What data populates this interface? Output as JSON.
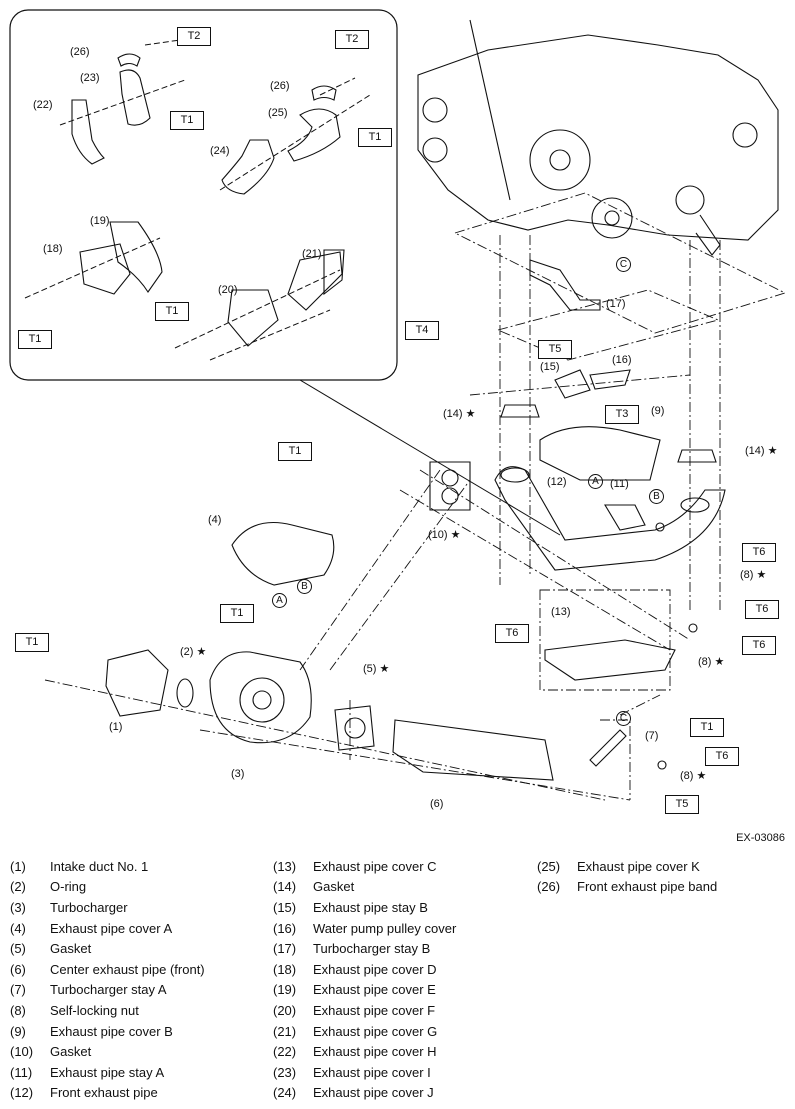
{
  "figure_id": "EX-03086",
  "torque_labels": {
    "t1": "T1",
    "t2": "T2",
    "t4": "T4",
    "t5": "T5",
    "t3": "T3",
    "t6": "T6"
  },
  "marks": {
    "a": "A",
    "b": "B",
    "c": "C"
  },
  "callouts": {
    "c1": "(1)",
    "c2": "(2)",
    "c3": "(3)",
    "c4": "(4)",
    "c5": "(5)",
    "c6": "(6)",
    "c7": "(7)",
    "c8": "(8)",
    "c9": "(9)",
    "c10": "(10)",
    "c11": "(11)",
    "c12": "(12)",
    "c13": "(13)",
    "c14": "(14)",
    "c15": "(15)",
    "c16": "(16)",
    "c17": "(17)",
    "c18": "(18)",
    "c19": "(19)",
    "c20": "(20)",
    "c21": "(21)",
    "c22": "(22)",
    "c23": "(23)",
    "c24": "(24)",
    "c25": "(25)",
    "c26": "(26)"
  },
  "legend": [
    {
      "num": "(1)",
      "name": "Intake duct No. 1"
    },
    {
      "num": "(2)",
      "name": "O-ring"
    },
    {
      "num": "(3)",
      "name": "Turbocharger"
    },
    {
      "num": "(4)",
      "name": "Exhaust pipe cover A"
    },
    {
      "num": "(5)",
      "name": "Gasket"
    },
    {
      "num": "(6)",
      "name": "Center exhaust pipe (front)"
    },
    {
      "num": "(7)",
      "name": "Turbocharger stay A"
    },
    {
      "num": "(8)",
      "name": "Self-locking nut"
    },
    {
      "num": "(9)",
      "name": "Exhaust pipe cover B"
    },
    {
      "num": "(10)",
      "name": "Gasket"
    },
    {
      "num": "(11)",
      "name": "Exhaust pipe stay A"
    },
    {
      "num": "(12)",
      "name": "Front exhaust pipe"
    },
    {
      "num": "(13)",
      "name": "Exhaust pipe cover C"
    },
    {
      "num": "(14)",
      "name": "Gasket"
    },
    {
      "num": "(15)",
      "name": "Exhaust pipe stay B"
    },
    {
      "num": "(16)",
      "name": "Water pump pulley cover"
    },
    {
      "num": "(17)",
      "name": "Turbocharger stay B"
    },
    {
      "num": "(18)",
      "name": "Exhaust pipe cover D"
    },
    {
      "num": "(19)",
      "name": "Exhaust pipe cover E"
    },
    {
      "num": "(20)",
      "name": "Exhaust pipe cover F"
    },
    {
      "num": "(21)",
      "name": "Exhaust pipe cover G"
    },
    {
      "num": "(22)",
      "name": "Exhaust pipe cover H"
    },
    {
      "num": "(23)",
      "name": "Exhaust pipe cover I"
    },
    {
      "num": "(24)",
      "name": "Exhaust pipe cover J"
    },
    {
      "num": "(25)",
      "name": "Exhaust pipe cover K"
    },
    {
      "num": "(26)",
      "name": "Front exhaust pipe band"
    }
  ]
}
